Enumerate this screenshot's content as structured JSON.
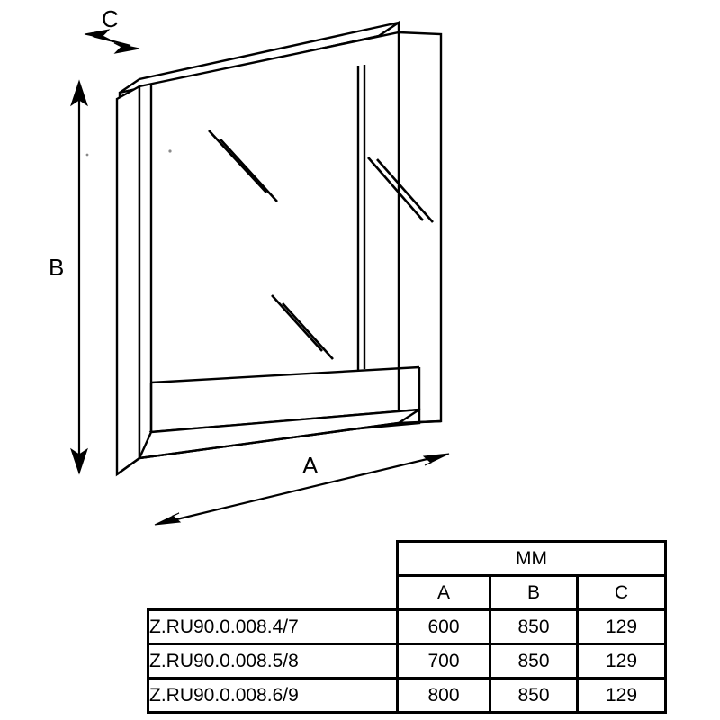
{
  "drawing": {
    "type": "isometric-line-drawing",
    "subject": "wall-mounted mirror cabinet with two mirrored doors and open bottom shelf",
    "dimension_labels": {
      "width": "A",
      "height": "B",
      "depth": "C"
    },
    "stroke_color": "#000000",
    "fill_color": "#ffffff"
  },
  "table": {
    "unit_header": "MM",
    "columns": [
      "A",
      "B",
      "C"
    ],
    "rows": [
      {
        "model": "Z.RU90.0.008.4/7",
        "a": "600",
        "b": "850",
        "c": "129"
      },
      {
        "model": "Z.RU90.0.008.5/8",
        "a": "700",
        "b": "850",
        "c": "129"
      },
      {
        "model": "Z.RU90.0.008.6/9",
        "a": "800",
        "b": "850",
        "c": "129"
      }
    ]
  }
}
